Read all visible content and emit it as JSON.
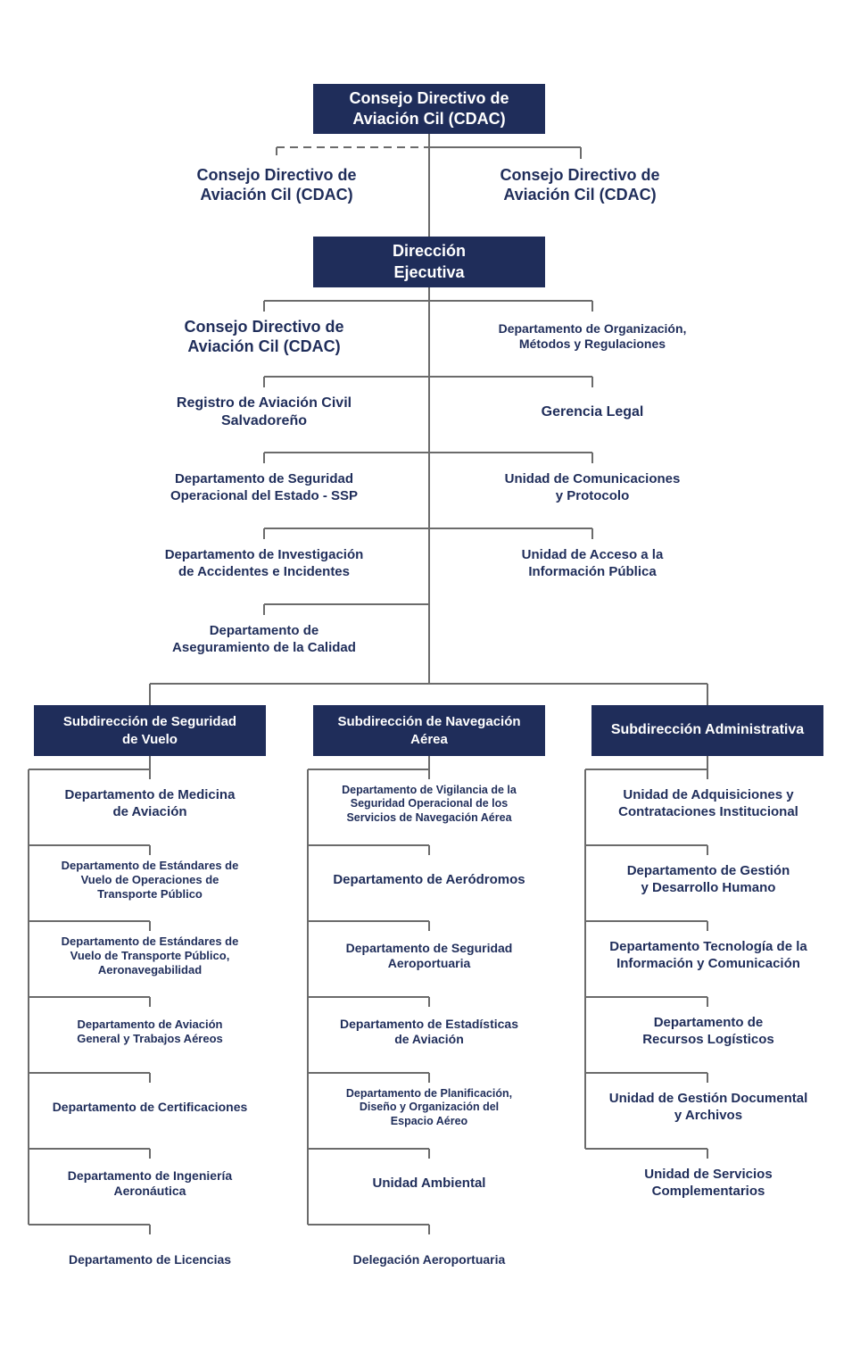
{
  "top": {
    "board": "Consejo Directivo de\nAviación Cil (CDAC)",
    "left_unit": "Consejo Directivo de\nAviación Cil (CDAC)",
    "right_unit": "Consejo Directivo de\nAviación Cil (CDAC)",
    "executive": "Dirección\nEjecutiva"
  },
  "staff": {
    "left": [
      "Consejo Directivo de\nAviación Cil (CDAC)",
      "Registro de Aviación Civil\nSalvadoreño",
      "Departamento de Seguridad\nOperacional del Estado - SSP",
      "Departamento de Investigación\nde Accidentes e Incidentes",
      "Departamento de\nAseguramiento de la Calidad"
    ],
    "right": [
      "Departamento de Organización,\nMétodos y Regulaciones",
      "Gerencia Legal",
      "Unidad de Comunicaciones\ny Protocolo",
      "Unidad de Acceso a la\nInformación Pública"
    ]
  },
  "subdirections": [
    {
      "title": "Subdirección de Seguridad\nde Vuelo",
      "units": [
        "Departamento de Medicina\nde Aviación",
        "Departamento de Estándares de\nVuelo de Operaciones de\nTransporte Público",
        "Departamento de Estándares de\nVuelo de Transporte Público,\nAeronavegabilidad",
        "Departamento de Aviación\nGeneral y Trabajos Aéreos",
        "Departamento de Certificaciones",
        "Departamento de Ingeniería\nAeronáutica",
        "Departamento de Licencias"
      ]
    },
    {
      "title": "Subdirección de Navegación\nAérea",
      "units": [
        "Departamento de Vigilancia de la\nSeguridad Operacional de los\nServicios de Navegación Aérea",
        "Departamento de Aeródromos",
        "Departamento de Seguridad\nAeroportuaria",
        "Departamento de Estadísticas\nde Aviación",
        "Departamento de Planificación,\nDiseño y Organización del\nEspacio Aéreo",
        "Unidad Ambiental",
        "Delegación Aeroportuaria"
      ]
    },
    {
      "title": "Subdirección Administrativa",
      "units": [
        "Unidad de Adquisiciones y\nContrataciones Institucional",
        "Departamento de Gestión\ny Desarrollo Humano",
        "Departamento Tecnología de la\nInformación y Comunicación",
        "Departamento de\nRecursos Logísticos",
        "Unidad de Gestión Documental\ny Archivos",
        "Unidad de Servicios\nComplementarios"
      ]
    }
  ],
  "colors": {
    "primary": "#1f2d5a",
    "connector": "#6b6b6b",
    "text_on_primary": "#ffffff"
  }
}
